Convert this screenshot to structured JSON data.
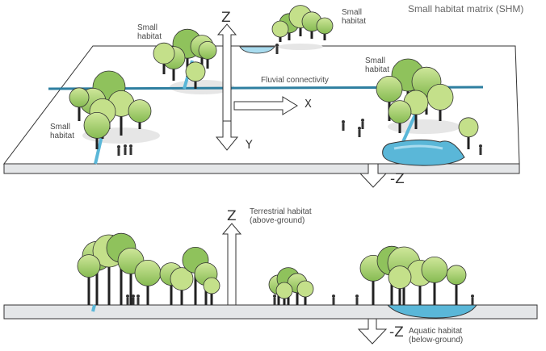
{
  "title": "Small habitat matrix (SHM)",
  "labels": {
    "small_habitat": "Small habitat",
    "small_habitat_1": "Small",
    "small_habitat_2": "habitat",
    "fluvial": "Fluvial connectivity",
    "terrestrial_1": "Terrestrial habitat",
    "terrestrial_2": "(above-ground)",
    "aquatic_1": "Aquatic habitat",
    "aquatic_2": "(below-ground)"
  },
  "axes": {
    "z": "Z",
    "x": "X",
    "y": "Y",
    "neg_z": "-Z"
  },
  "colors": {
    "water": "#5ab7d8",
    "water_light": "#a9dcef",
    "tree_light": "#c4e08a",
    "tree_mid": "#8fc25c",
    "tree_dark": "#5a9a3a",
    "trunk": "#222222",
    "slab_top": "#ffffff",
    "slab_side": "#e4e6e8",
    "outline": "#333333",
    "shadow": "#e3e3e3"
  },
  "icons": [
    "tree-icon",
    "person-icon",
    "arrow-icon",
    "pond-icon"
  ]
}
